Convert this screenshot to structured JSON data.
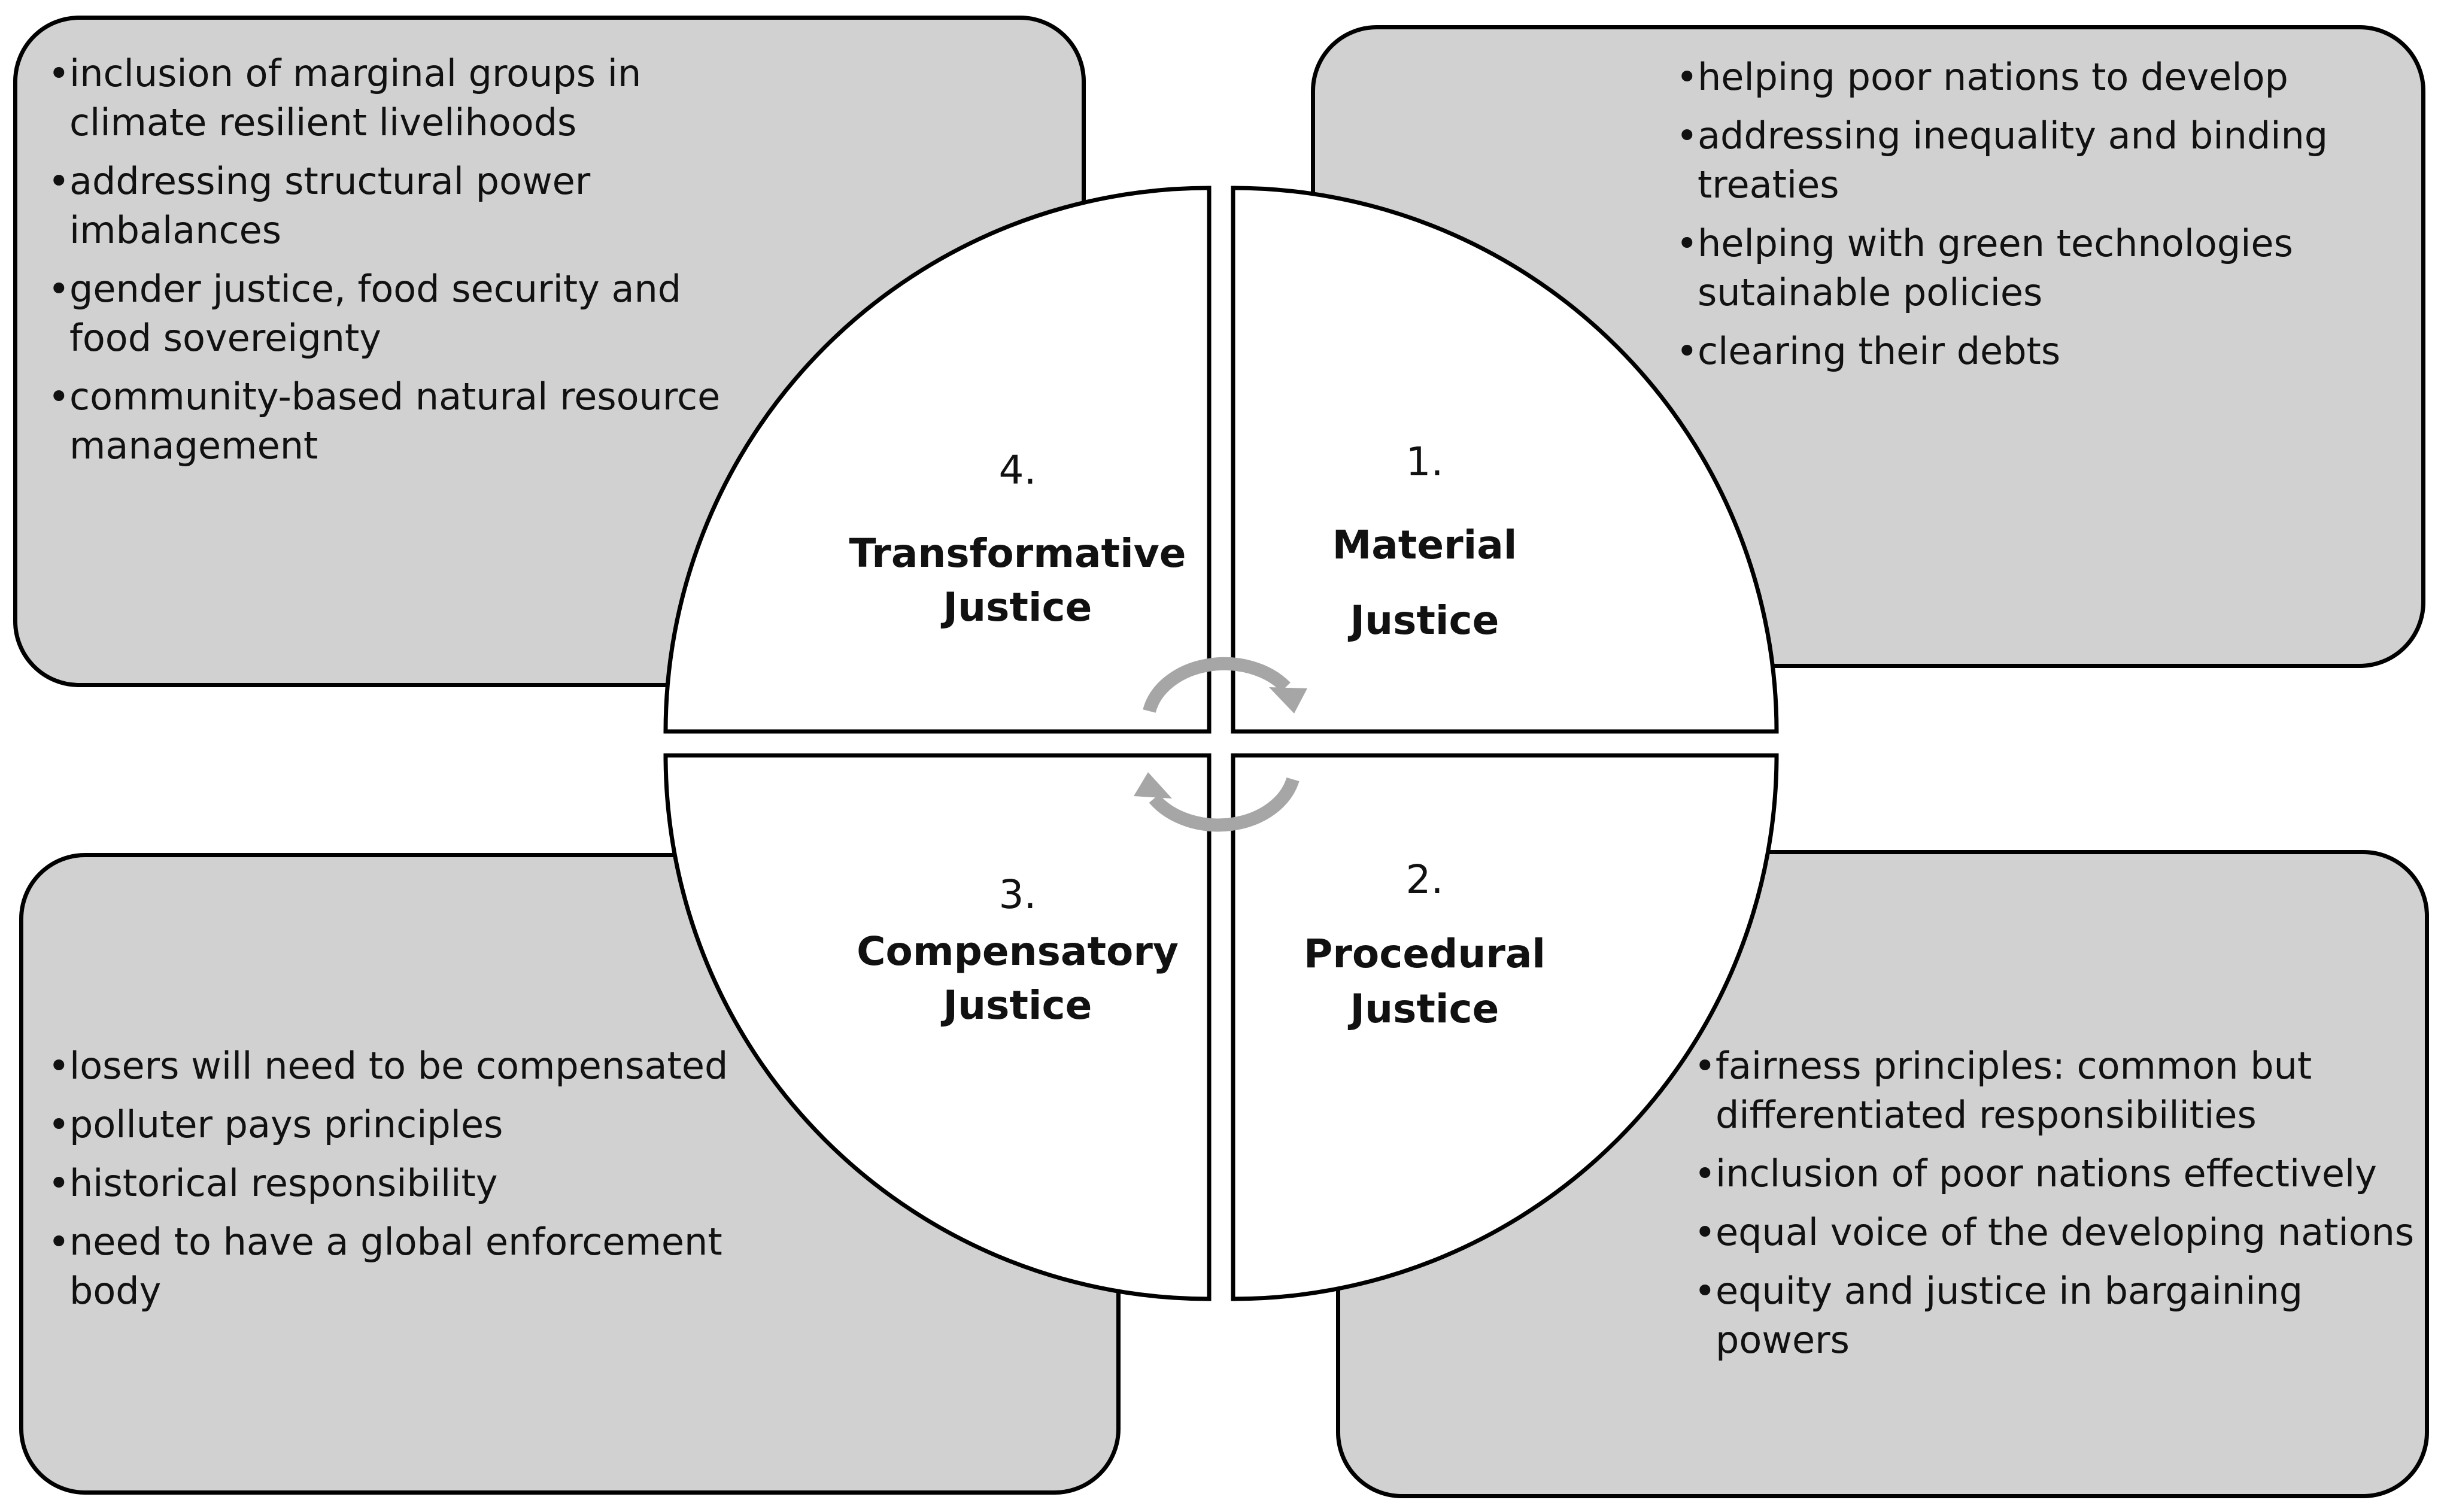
{
  "quadrants": {
    "material": {
      "number": "1.",
      "title": "Material Justice",
      "title_line1": "Material",
      "title_line2": "Justice",
      "bullets": [
        "helping poor nations to develop",
        "addressing inequality and binding treaties",
        "helping with green technologies sutainable policies",
        "clearing their debts"
      ]
    },
    "procedural": {
      "number": "2.",
      "title": "Procedural Justice",
      "title_line1": "Procedural",
      "title_line2": "Justice",
      "bullets": [
        "fairness principles: common but differentiated responsibilities",
        "inclusion of poor nations effectively",
        "equal voice of the developing nations",
        "equity and justice in bargaining powers"
      ]
    },
    "compensatory": {
      "number": "3.",
      "title": "Compensatory Justice",
      "title_line1": "Compensatory",
      "title_line2": "Justice",
      "bullets": [
        "losers will need to be compensated",
        "polluter pays principles",
        "historical responsibility",
        "need to have a global enforcement body"
      ]
    },
    "transformative": {
      "number": "4.",
      "title": "Transformative Justice",
      "title_line1": "Transformative",
      "title_line2": "Justice",
      "bullets": [
        "inclusion of marginal groups in climate resilient livelihoods",
        "addressing structural power imbalances",
        "gender justice, food security and food sovereignty",
        "community-based natural resource management"
      ]
    }
  },
  "colors": {
    "box_fill": "#d1d1d1",
    "box_border": "#000000",
    "quadrant_fill": "#ffffff",
    "cycle_arrow": "#a6a6a6",
    "text": "#111111"
  },
  "icons": {
    "cycle": "circular-cycle-arrows-icon"
  }
}
